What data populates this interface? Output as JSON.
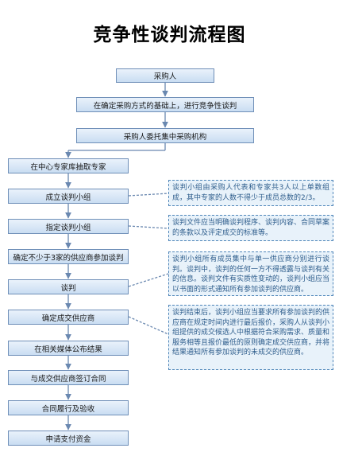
{
  "title": "竞争性谈判流程图",
  "steps": [
    "采购人",
    "在确定采购方式的基础上，进行竞争性谈判",
    "采购人委托集中采购机构",
    "在中心专家库抽取专家",
    "成立谈判小组",
    "指定谈判小组",
    "确定不少于3家的供应商参加谈判",
    "谈判",
    "确定成交供应商",
    "在相关媒体公布结果",
    "与成交供应商签订合同",
    "合同履行及验收",
    "申请支付资金"
  ],
  "notes": [
    "谈判小组由采购人代表和专家共3人以上单数组成，其中专家的人数不得少于成员总数的2/3。",
    "谈判文件应当明确谈判程序、谈判内容、合同草案的条款以及评定成交的标准等。",
    "谈判小组所有成员集中与单一供应商分别进行谈判。谈判中，谈判的任何一方不得透露与谈判有关的信息。谈判文件有实质性变动的，谈判小组应当以书面的形式通知所有参加谈判的供应商。",
    "谈判结束后，谈判小组应当要求所有参加谈判的供应商在规定时间内进行最后报价，采购人从谈判小组提供的成交候选人中根据符合采购需求、质量和服务相等且报价最低的原则确定成交供应商，并将结果通知所有参加谈判的未成交的供应商。"
  ],
  "colors": {
    "step_fill_top": "#eaf2fb",
    "step_fill_bottom": "#c9ddf2",
    "step_border": "#6f8fb8",
    "arrow": "#6a88b0",
    "note_border": "#4f86b9",
    "note_fill": "#e8f2fa",
    "note_text": "#2e5d8c"
  }
}
